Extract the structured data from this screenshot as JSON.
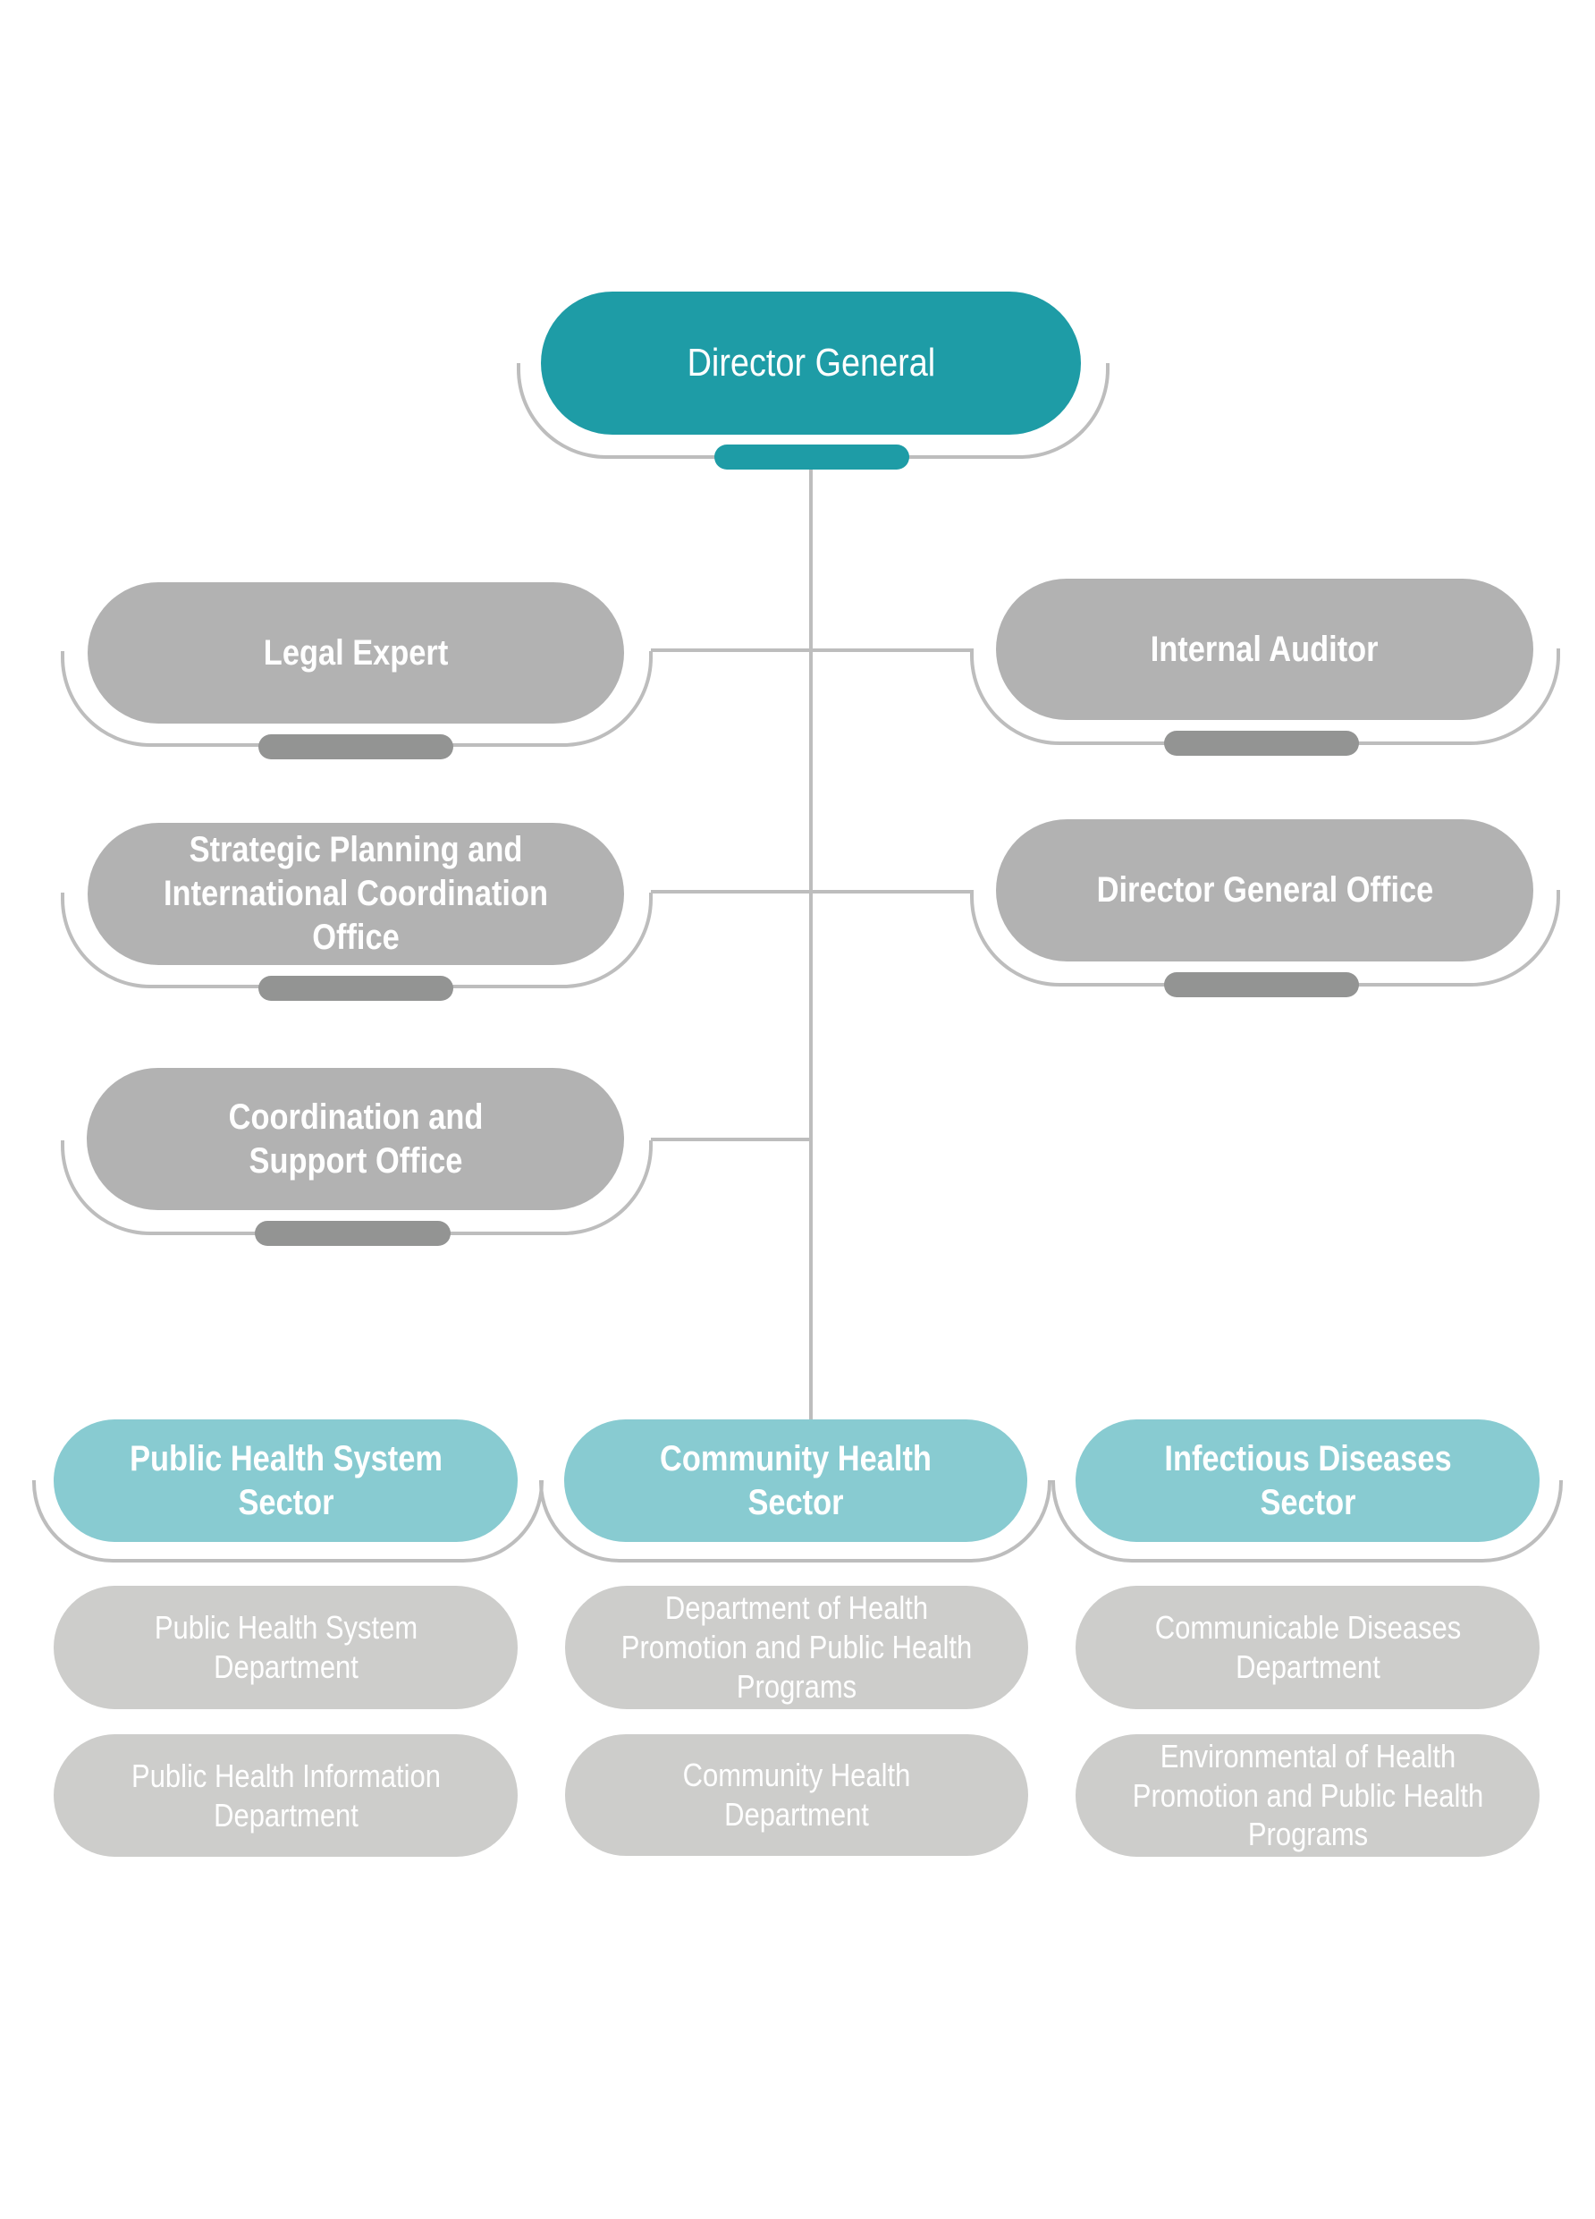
{
  "colors": {
    "director_fill": "#1e9ca6",
    "staff_fill": "#b2b2b2",
    "staff_tab": "#939493",
    "sector_fill": "#88cbd1",
    "department_fill": "#cdcdcb",
    "connector": "#bdbdbd"
  },
  "director": {
    "label": "Director General"
  },
  "staff_units": {
    "legal_expert": "Legal Expert",
    "internal_auditor": "Internal Auditor",
    "strategic_planning": "Strategic Planning and International Coordination Office",
    "director_general_office": "Director General Office",
    "coordination_support": "Coordination and Support Office"
  },
  "sectors": [
    {
      "label": "Public Health System Sector",
      "departments": [
        "Public Health System Department",
        "Public Health Information Department"
      ]
    },
    {
      "label": "Community Health Sector",
      "departments": [
        "Department of Health Promotion and Public Health Programs",
        "Community Health Department"
      ]
    },
    {
      "label": "Infectious Diseases Sector",
      "departments": [
        "Communicable Diseases Department",
        "Environmental of Health Promotion and Public Health Programs"
      ]
    }
  ]
}
